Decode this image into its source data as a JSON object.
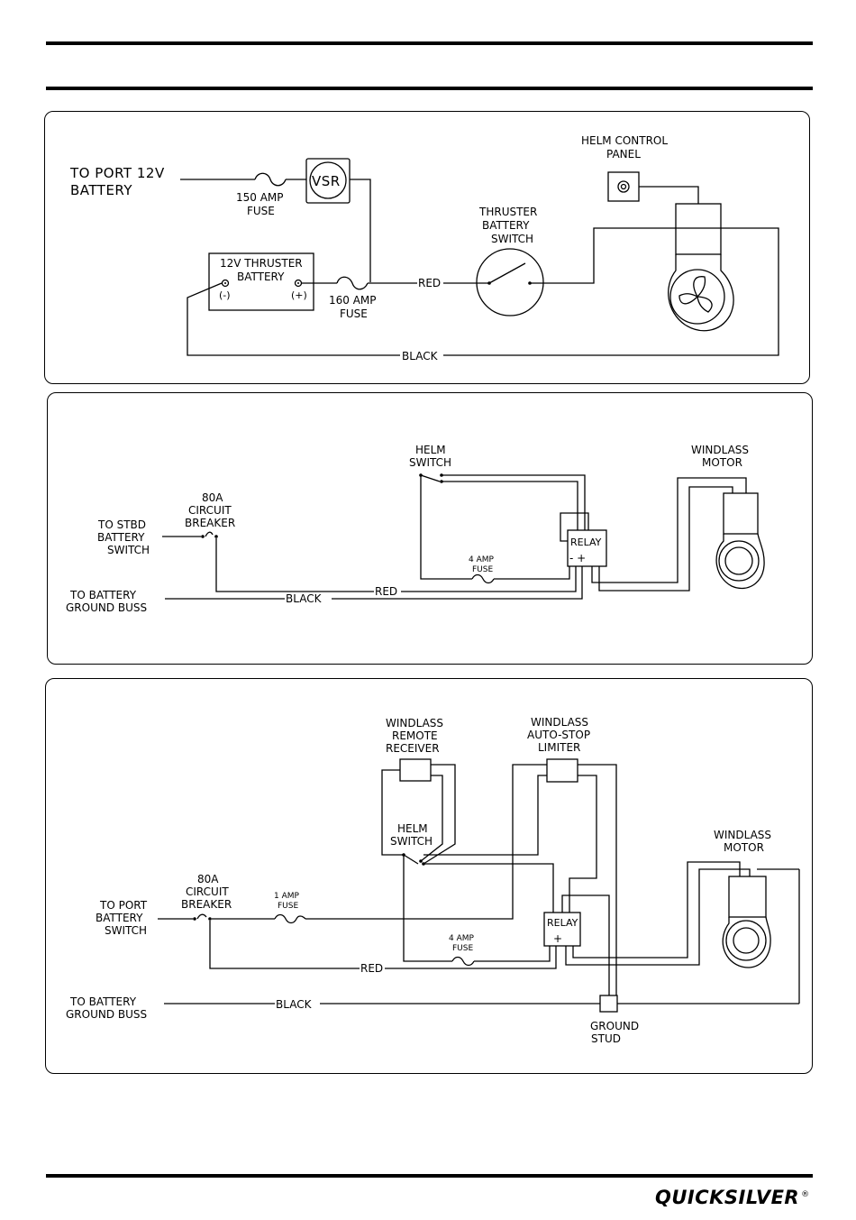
{
  "panel1": {
    "to_port_line1": "TO PORT 12V",
    "to_port_line2": "BATTERY",
    "fuse150_line1": "150 AMP",
    "fuse150_line2": "FUSE",
    "vsr": "VSR",
    "battery_line1": "12V THRUSTER",
    "battery_line2": "BATTERY",
    "neg": "(-)",
    "pos": "(+)",
    "fuse160_line1": "160 AMP",
    "fuse160_line2": "FUSE",
    "red": "RED",
    "black": "BLACK",
    "switch_line1": "THRUSTER",
    "switch_line2": "BATTERY",
    "switch_line3": "SWITCH",
    "helm_line1": "HELM CONTROL",
    "helm_line2": "PANEL"
  },
  "panel2": {
    "helm_line1": "HELM",
    "helm_line2": "SWITCH",
    "motor_line1": "WINDLASS",
    "motor_line2": "MOTOR",
    "breaker_line1": "80A",
    "breaker_line2": "CIRCUIT",
    "breaker_line3": "BREAKER",
    "stbd_line1": "TO STBD",
    "stbd_line2": "BATTERY",
    "stbd_line3": "SWITCH",
    "relay": "RELAY",
    "relay_terms": "- +",
    "fuse_line1": "4 AMP",
    "fuse_line2": "FUSE",
    "red": "RED",
    "black": "BLACK",
    "ground_line1": "TO BATTERY",
    "ground_line2": "GROUND BUSS"
  },
  "panel3": {
    "receiver_line1": "WINDLASS",
    "receiver_line2": "REMOTE",
    "receiver_line3": "RECEIVER",
    "limiter_line1": "WINDLASS",
    "limiter_line2": "AUTO-STOP",
    "limiter_line3": "LIMITER",
    "helm_line1": "HELM",
    "helm_line2": "SWITCH",
    "motor_line1": "WINDLASS",
    "motor_line2": "MOTOR",
    "breaker_line1": "80A",
    "breaker_line2": "CIRCUIT",
    "breaker_line3": "BREAKER",
    "fuse1_line1": "1 AMP",
    "fuse1_line2": "FUSE",
    "port_line1": "TO PORT",
    "port_line2": "BATTERY",
    "port_line3": "SWITCH",
    "relay": "RELAY",
    "relay_plus": "+",
    "fuse4_line1": "4 AMP",
    "fuse4_line2": "FUSE",
    "red": "RED",
    "black": "BLACK",
    "ground_line1": "TO BATTERY",
    "ground_line2": "GROUND BUSS",
    "stud_line1": "GROUND",
    "stud_line2": "STUD"
  },
  "footer": {
    "logo": "QUICKSILVER",
    "registered": "®"
  }
}
